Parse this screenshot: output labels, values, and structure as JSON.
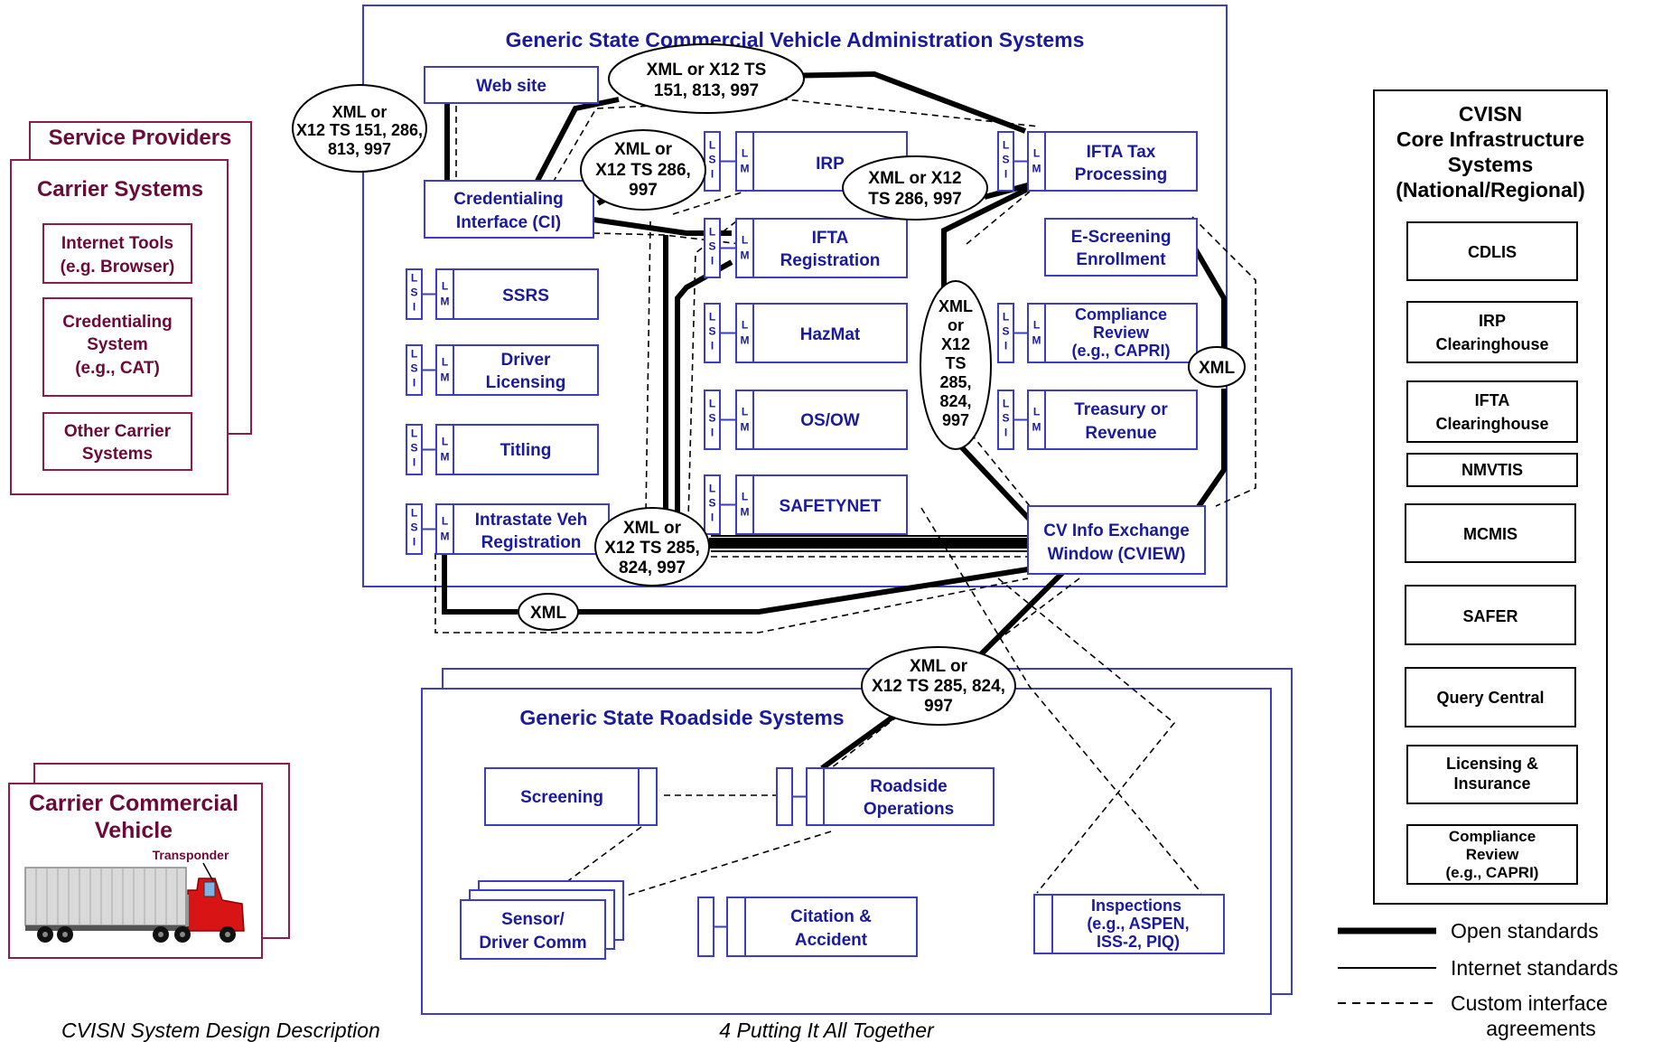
{
  "colors": {
    "state_blue": "#3d3dbf",
    "state_text": "#1a1a9c",
    "carrier_maroon": "#8a1c4e",
    "carrier_text": "#6b0a38",
    "black": "#000000",
    "truck_red": "#d81414"
  },
  "state_admin": {
    "title": "Generic State Commercial Vehicle Administration Systems",
    "web_site": "Web site",
    "ci": [
      "Credentialing",
      "Interface (CI)"
    ],
    "irp": "IRP",
    "ifta_tax": [
      "IFTA Tax",
      "Processing"
    ],
    "ifta_reg": [
      "IFTA",
      "Registration"
    ],
    "escreening": [
      "E-Screening",
      "Enrollment"
    ],
    "ssrs": "SSRS",
    "driver_lic": [
      "Driver",
      "Licensing"
    ],
    "titling": "Titling",
    "intrastate": [
      "Intrastate Veh",
      "Registration"
    ],
    "hazmat": "HazMat",
    "osow": "OS/OW",
    "safetynet": "SAFETYNET",
    "compliance": [
      "Compliance",
      "Review",
      "(e.g., CAPRI)"
    ],
    "treasury": [
      "Treasury or",
      "Revenue"
    ],
    "cview": [
      "CV Info Exchange",
      "Window (CVIEW)"
    ]
  },
  "lsi": [
    "L",
    "S",
    "I"
  ],
  "lm": [
    "L",
    "M"
  ],
  "ellipses": {
    "e1": [
      "XML or",
      "X12 TS 151, 286,",
      "813, 997"
    ],
    "e2": [
      "XML or X12 TS",
      "151,  813, 997"
    ],
    "e3": [
      "XML or",
      "X12 TS 286,",
      "997"
    ],
    "e4": [
      "XML or X12",
      "TS 286, 997"
    ],
    "e5": [
      "XML",
      "or",
      "X12",
      "TS",
      "285,",
      "824,",
      "997"
    ],
    "e6": "XML",
    "e7": [
      "XML or",
      "X12 TS 285,",
      "824, 997"
    ],
    "e8": "XML",
    "e9": [
      "XML or",
      "X12 TS 285, 824,",
      "997"
    ]
  },
  "roadside": {
    "title": "Generic State Roadside Systems",
    "screening": "Screening",
    "roadside_ops": [
      "Roadside",
      "Operations"
    ],
    "sensor": [
      "Sensor/",
      "Driver Comm"
    ],
    "citation": [
      "Citation &",
      "Accident"
    ],
    "inspections": [
      "Inspections",
      "(e.g., ASPEN,",
      "ISS-2, PIQ)"
    ]
  },
  "carrier": {
    "service_providers": "Service Providers",
    "carrier_systems": "Carrier Systems",
    "internet_tools": [
      "Internet Tools",
      "(e.g. Browser)"
    ],
    "cred_system": [
      "Credentialing",
      "System",
      "(e.g., CAT)"
    ],
    "other_systems": [
      "Other Carrier",
      "Systems"
    ],
    "vehicle_title": [
      "Carrier Commercial",
      "Vehicle"
    ],
    "transponder": "Transponder"
  },
  "cvisn": {
    "title": [
      "CVISN",
      "Core Infrastructure",
      "Systems",
      "(National/Regional)"
    ],
    "cdlis": "CDLIS",
    "irp_ch": [
      "IRP",
      "Clearinghouse"
    ],
    "ifta_ch": [
      "IFTA",
      "Clearinghouse"
    ],
    "nmvtis": "NMVTIS",
    "mcmis": "MCMIS",
    "safer": "SAFER",
    "query": "Query Central",
    "licensing": [
      "Licensing &",
      "Insurance"
    ],
    "compliance": [
      "Compliance",
      "Review",
      "(e.g., CAPRI)"
    ]
  },
  "legend": {
    "open": "Open standards",
    "internet": "Internet standards",
    "custom": [
      "Custom interface",
      "agreements"
    ]
  },
  "footer": {
    "left": "CVISN System Design Description",
    "center": "4 Putting It All Together"
  }
}
